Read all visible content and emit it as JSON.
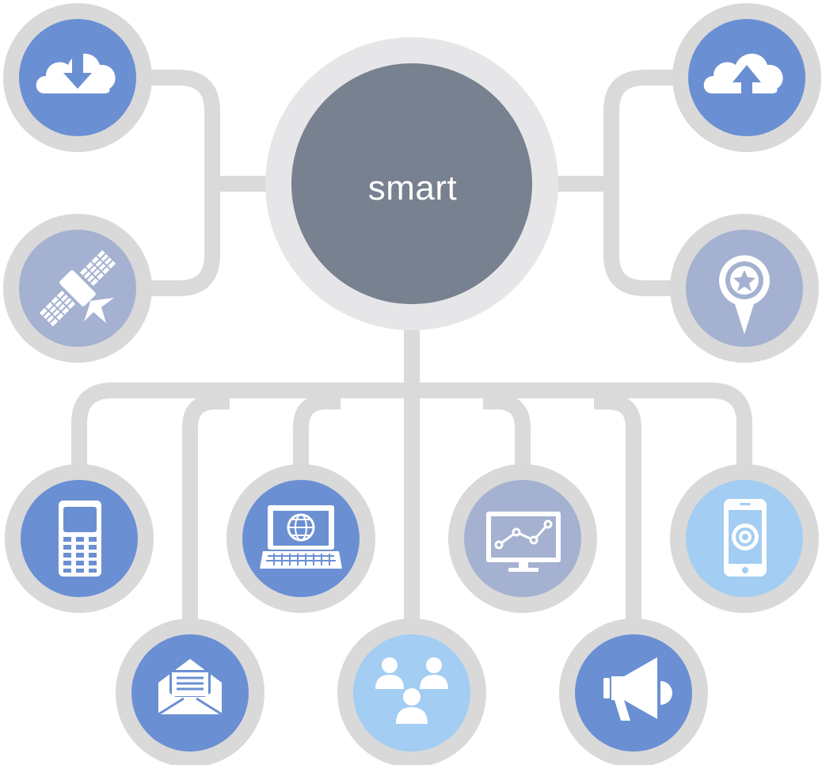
{
  "center": {
    "label": "smart",
    "fill": "#77818f",
    "ring": "#e6e6e8"
  },
  "colors": {
    "connector": "#dadada",
    "node_ring": "#d9d9d9",
    "dark_blue": "#6a8fd3",
    "medium_blue": "#a4b1d0",
    "light_blue": "#a3cdf2",
    "icon": "#ffffff"
  },
  "nodes": [
    {
      "id": "download",
      "icon": "cloud-download-icon",
      "color": "dark_blue"
    },
    {
      "id": "satellite",
      "icon": "satellite-icon",
      "color": "medium_blue"
    },
    {
      "id": "upload",
      "icon": "cloud-upload-icon",
      "color": "dark_blue"
    },
    {
      "id": "location",
      "icon": "location-star-pin-icon",
      "color": "medium_blue"
    },
    {
      "id": "phone",
      "icon": "mobile-phone-icon",
      "color": "dark_blue"
    },
    {
      "id": "mail",
      "icon": "envelope-icon",
      "color": "dark_blue"
    },
    {
      "id": "laptop",
      "icon": "laptop-globe-icon",
      "color": "dark_blue"
    },
    {
      "id": "people",
      "icon": "people-group-icon",
      "color": "light_blue"
    },
    {
      "id": "chart",
      "icon": "line-chart-monitor-icon",
      "color": "medium_blue"
    },
    {
      "id": "megaphone",
      "icon": "megaphone-icon",
      "color": "dark_blue"
    },
    {
      "id": "smartphone",
      "icon": "smartphone-target-icon",
      "color": "light_blue"
    }
  ]
}
